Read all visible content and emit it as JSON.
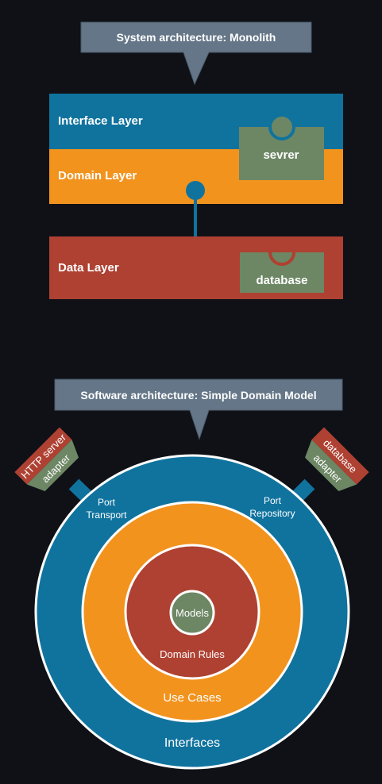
{
  "monolith": {
    "callout": "System architecture: Monolith",
    "interface_layer": "Interface Layer",
    "domain_layer": "Domain Layer",
    "data_layer": "Data Layer",
    "server_box": "sevrer",
    "database_box": "database"
  },
  "domain_model": {
    "callout": "Software architecture: Simple Domain Model",
    "http_server": "HTTP server",
    "adapter_left": "adapter",
    "database": "database",
    "adapter_right": "adapter",
    "port_transport_1": "Port",
    "port_transport_2": "Transport",
    "port_repository_1": "Port",
    "port_repository_2": "Repository",
    "models": "Models",
    "domain_rules": "Domain Rules",
    "use_cases": "Use Cases",
    "interfaces": "Interfaces"
  },
  "colors": {
    "background": "#0f1117",
    "callout": "#647687",
    "interface_blue": "#10739e",
    "domain_orange": "#f2931e",
    "data_red": "#ae4132",
    "component_green": "#6d8764",
    "ring_border": "#ffffff"
  }
}
